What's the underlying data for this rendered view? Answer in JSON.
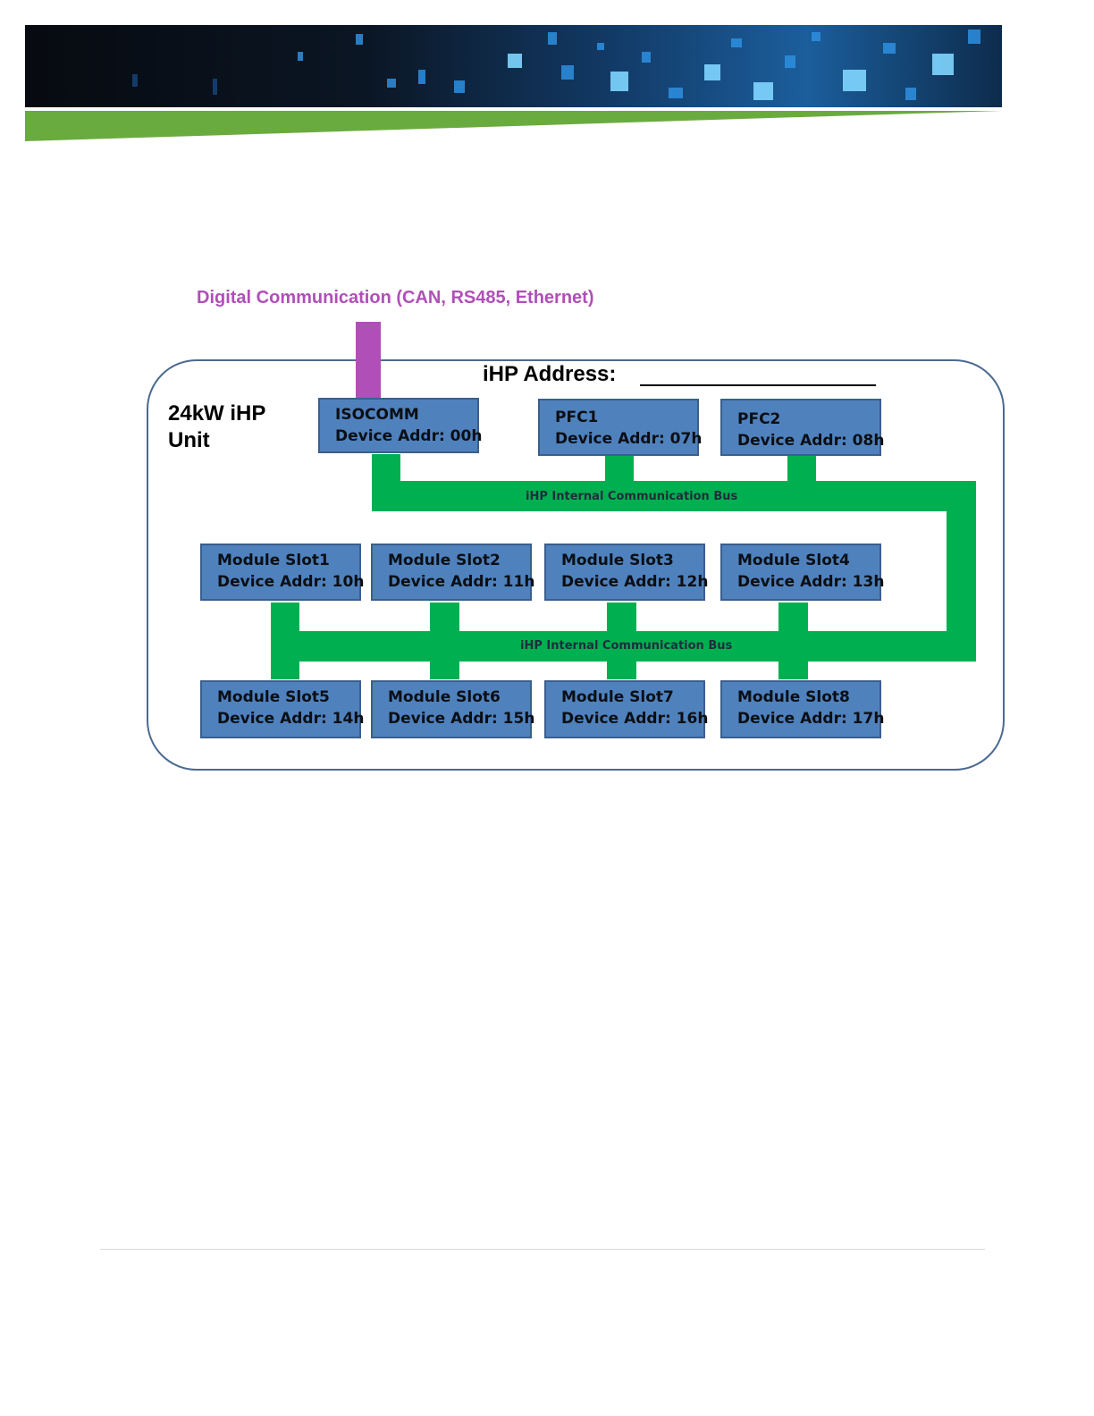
{
  "external_link": {
    "label": "Digital Communication (CAN, RS485, Ethernet)"
  },
  "unit": {
    "title_line1": "24kW iHP",
    "title_line2": "Unit",
    "address_label": "iHP Address:"
  },
  "bus": {
    "upper_label": "iHP Internal Communication Bus",
    "lower_label": "iHP Internal Communication Bus"
  },
  "devices": [
    {
      "name": "ISOCOMM",
      "addr": "Device Addr: 00h"
    },
    {
      "name": "PFC1",
      "addr": "Device Addr: 07h"
    },
    {
      "name": "PFC2",
      "addr": "Device Addr: 08h"
    },
    {
      "name": "Module Slot1",
      "addr": "Device Addr: 10h"
    },
    {
      "name": "Module Slot2",
      "addr": "Device Addr: 11h"
    },
    {
      "name": "Module Slot3",
      "addr": "Device Addr: 12h"
    },
    {
      "name": "Module Slot4",
      "addr": "Device Addr: 13h"
    },
    {
      "name": "Module Slot5",
      "addr": "Device Addr: 14h"
    },
    {
      "name": "Module Slot6",
      "addr": "Device Addr: 15h"
    },
    {
      "name": "Module Slot7",
      "addr": "Device Addr: 16h"
    },
    {
      "name": "Module Slot8",
      "addr": "Device Addr: 17h"
    }
  ],
  "colors": {
    "device_fill": "#4f81bd",
    "bus": "#00b050",
    "external_link": "#b04fb8",
    "frame": "#4a6a92"
  }
}
